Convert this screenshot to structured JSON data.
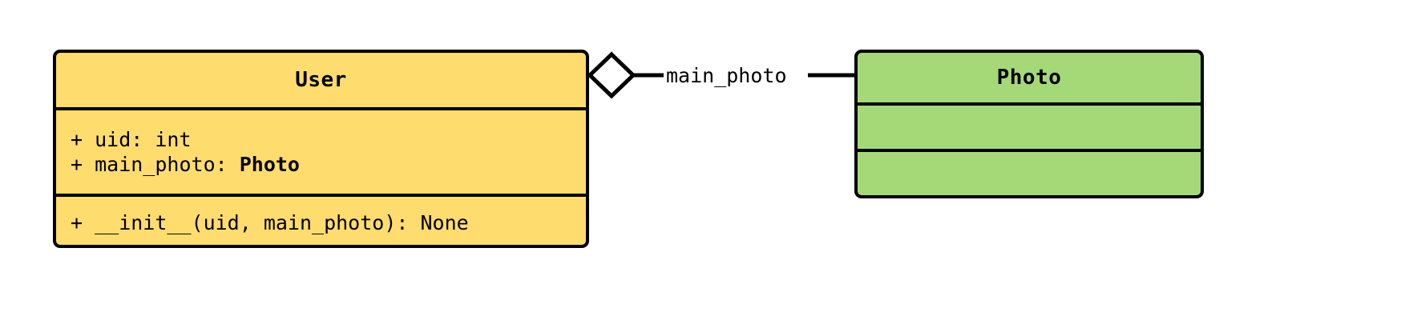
{
  "diagram": {
    "type": "uml-class-diagram",
    "background": "#FFFFFF",
    "classes": [
      {
        "name": "User",
        "fill_color": "#FFDC6E",
        "border_color": "#000000",
        "attributes": [
          {
            "visibility": "+",
            "text": "+ uid: int",
            "bold_suffix": ""
          },
          {
            "visibility": "+",
            "text": "+ main_photo: ",
            "bold_suffix": "Photo"
          }
        ],
        "methods": [
          {
            "visibility": "+",
            "text": "+ __init__(uid, main_photo): None"
          }
        ]
      },
      {
        "name": "Photo",
        "fill_color": "#A5D978",
        "border_color": "#000000",
        "attributes": [],
        "methods": []
      }
    ],
    "relationship": {
      "kind": "aggregation",
      "label": "main_photo",
      "source": "User",
      "target": "Photo",
      "diamond_fill": "#FFFFFF",
      "line_color": "#000000"
    }
  }
}
